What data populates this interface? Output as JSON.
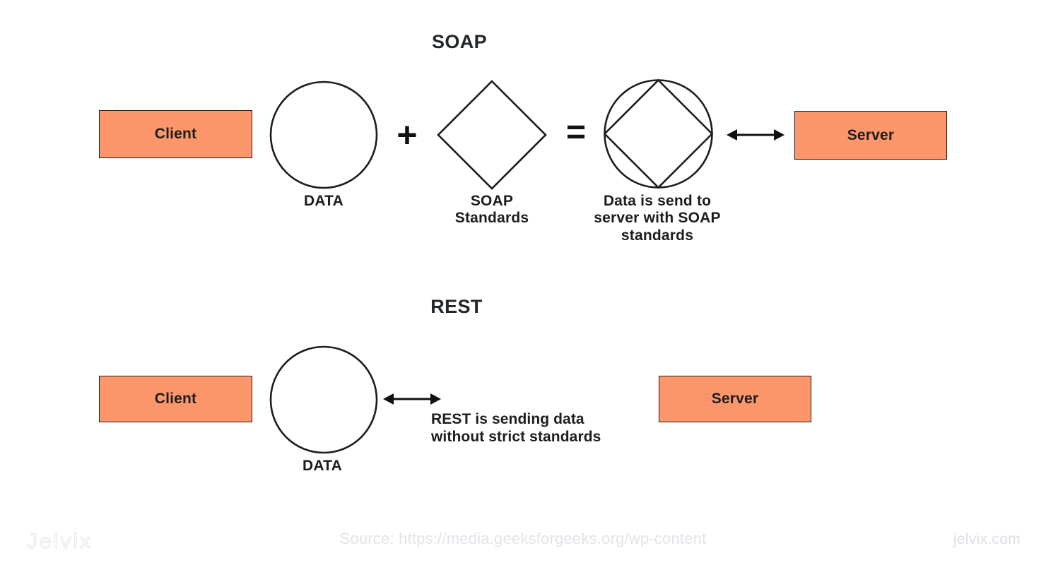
{
  "colors": {
    "node_fill": "#fd966a",
    "stroke": "#1d1d1d",
    "text": "#1d1d1d",
    "watermark": "#e2e4e8",
    "background": "#ffffff"
  },
  "soap": {
    "title": "SOAP",
    "client_label": "Client",
    "server_label": "Server",
    "data_caption": "DATA",
    "plus_operator": "+",
    "equals_operator": "=",
    "standards_caption_line1": "SOAP",
    "standards_caption_line2": "Standards",
    "result_caption_line1": "Data is send to",
    "result_caption_line2": "server with SOAP",
    "result_caption_line3": "standards"
  },
  "rest": {
    "title": "REST",
    "client_label": "Client",
    "server_label": "Server",
    "data_caption": "DATA",
    "flow_caption_line1": "REST is sending data",
    "flow_caption_line2": "without strict standards"
  },
  "footer": {
    "logo_text": "Jelvix",
    "source_note": "Source: https://media.geeksforgeeks.org/wp-content",
    "domain": "jelvix.com"
  }
}
